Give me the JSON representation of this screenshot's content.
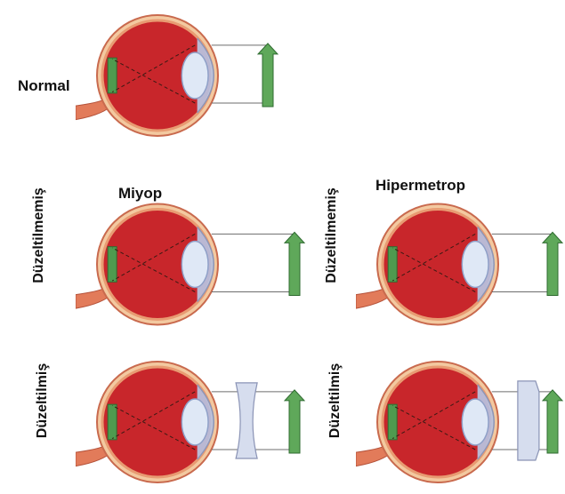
{
  "labels": {
    "normal": "Normal",
    "miyop": "Miyop",
    "hipermetrop": "Hipermetrop",
    "uncorrected": "Düzeltilmemiş",
    "corrected": "Düzeltilmiş"
  },
  "colors": {
    "eyeball": "#c8262b",
    "sclera": "#e89b72",
    "choroid": "#f3c9a0",
    "lens": "#dfe8f6",
    "cornea": "#b9c8e6",
    "retina_image": "#4f9a4f",
    "object_arrow": "#5fa85a",
    "corrective_lens": "#d6ddee",
    "optic_nerve": "#e27b5a"
  },
  "icons": [
    "eye-anatomy-icon",
    "object-arrow-icon",
    "retina-image-icon",
    "concave-lens-icon",
    "convex-lens-icon"
  ]
}
